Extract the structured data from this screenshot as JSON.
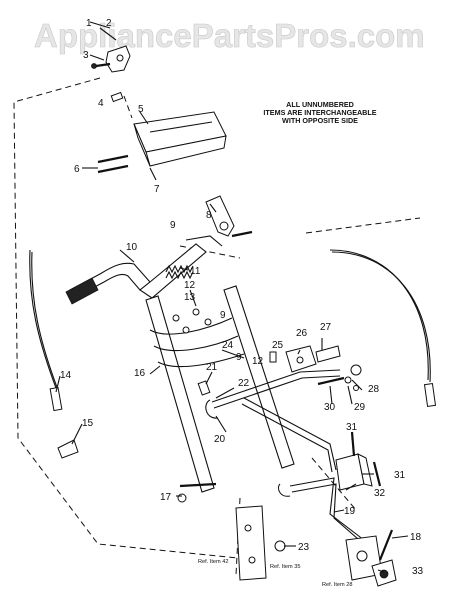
{
  "watermark": "AppliancePartsPros.com",
  "note_lines": [
    "ALL UNNUMBERED",
    "ITEMS ARE INTERCHANGEABLE",
    "WITH OPPOSITE SIDE"
  ],
  "callouts": [
    "1",
    "2",
    "3",
    "4",
    "5",
    "6",
    "7",
    "8",
    "9",
    "10",
    "11",
    "12",
    "13",
    "14",
    "15",
    "16",
    "17",
    "18",
    "19",
    "20",
    "21",
    "22",
    "23",
    "24",
    "25",
    "26",
    "27",
    "28",
    "29",
    "30",
    "31",
    "32",
    "33"
  ],
  "refs": [
    "Ref. Item 42",
    "Ref. Item 35",
    "Ref. Item 28"
  ]
}
